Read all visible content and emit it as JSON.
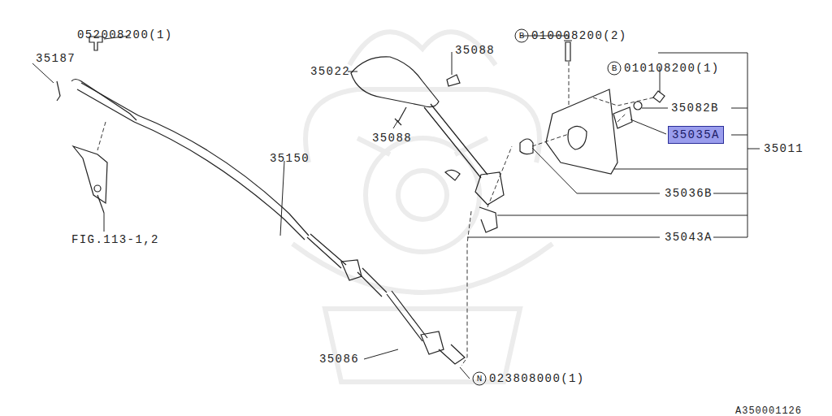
{
  "diagram": {
    "nodes": [
      {
        "text": [
          "35035A"
        ]
      }
    ],
    "labels": [
      "052008200(1)",
      "35187",
      "35022",
      "35088",
      "35088",
      "B",
      "010008200(2)",
      "B",
      "010108200(1)",
      "35082B",
      "35011",
      "35036B",
      "35043A",
      "35150",
      "FIG.113-1,2",
      "35086",
      "N",
      "023808000(1)",
      "A350001126"
    ]
  }
}
